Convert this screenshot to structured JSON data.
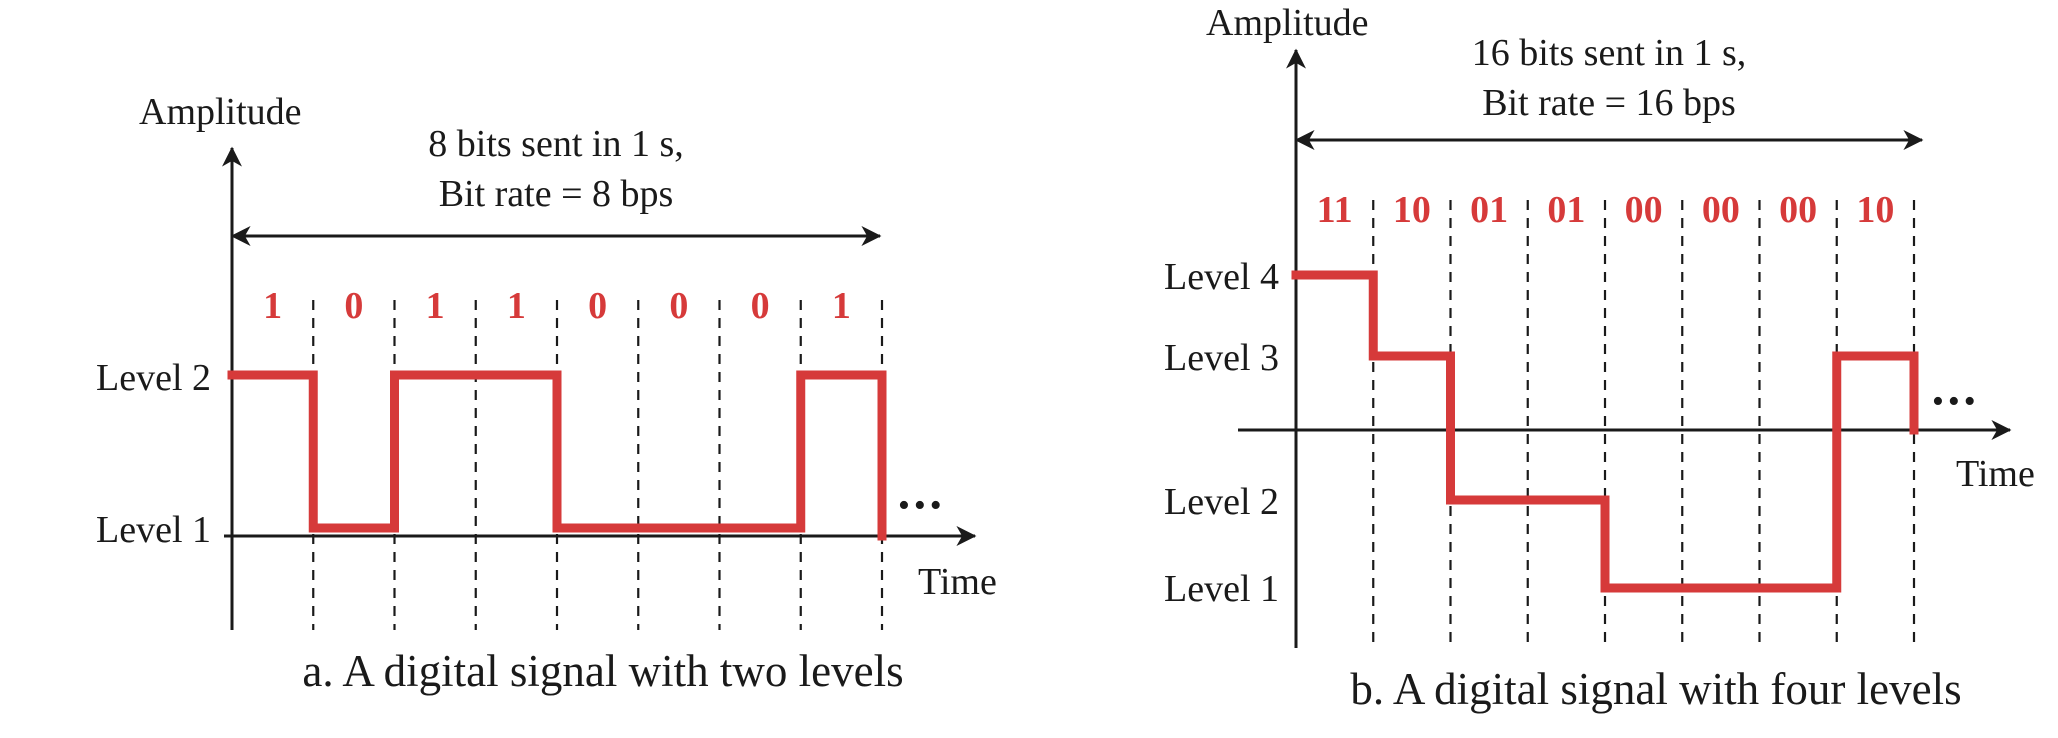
{
  "colors": {
    "signal": "#d63a3a",
    "bit_text": "#d63a3a",
    "ink": "#1a1a1a"
  },
  "panel_a": {
    "amplitude_label": "Amplitude",
    "time_label": "Time",
    "rate_line1": "8 bits sent in 1 s,",
    "rate_line2": "Bit rate = 8 bps",
    "level_labels": [
      "Level 2",
      "Level 1"
    ],
    "bits": [
      "1",
      "0",
      "1",
      "1",
      "0",
      "0",
      "0",
      "1"
    ],
    "signal_levels": [
      2,
      1,
      2,
      2,
      1,
      1,
      1,
      2
    ],
    "ellipsis": "•••",
    "caption": "a. A digital signal with two levels"
  },
  "panel_b": {
    "amplitude_label": "Amplitude",
    "time_label": "Time",
    "rate_line1": "16 bits sent in 1 s,",
    "rate_line2": "Bit rate = 16 bps",
    "level_labels": [
      "Level 4",
      "Level 3",
      "Level 2",
      "Level 1"
    ],
    "bits": [
      "11",
      "10",
      "01",
      "01",
      "00",
      "00",
      "00",
      "10"
    ],
    "signal_levels": [
      4,
      3,
      2,
      2,
      1,
      1,
      1,
      3
    ],
    "ellipsis": "•••",
    "caption": "b. A digital signal with four levels"
  }
}
